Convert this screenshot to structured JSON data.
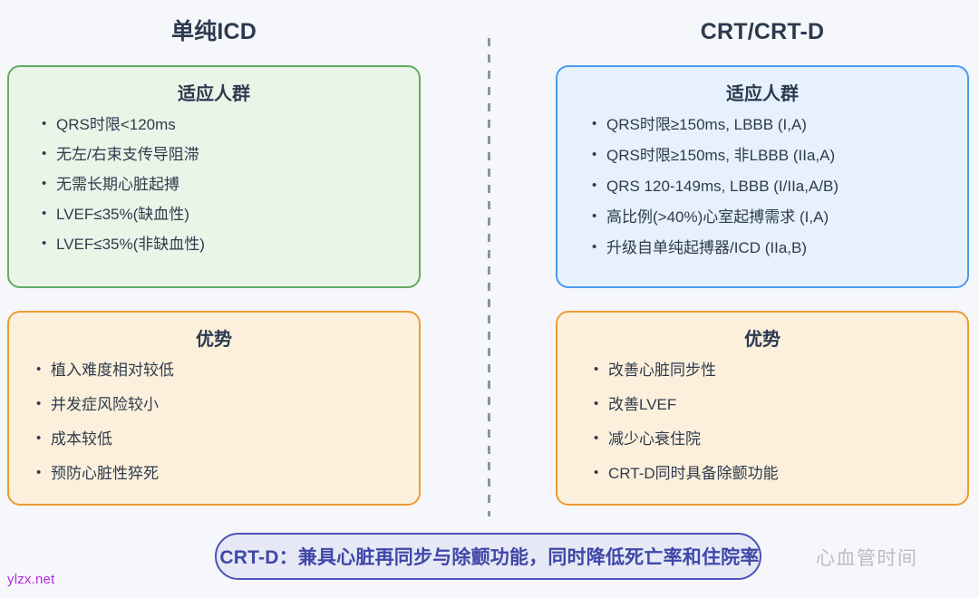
{
  "columns": {
    "left": {
      "title": "单纯ICD"
    },
    "right": {
      "title": "CRT/CRT-D"
    }
  },
  "panels": {
    "icd_indications": {
      "heading": "适应人群",
      "items": [
        "QRS时限<120ms",
        "无左/右束支传导阻滞",
        "无需长期心脏起搏",
        "LVEF≤35%(缺血性)",
        "LVEF≤35%(非缺血性)"
      ]
    },
    "crt_indications": {
      "heading": "适应人群",
      "items": [
        "QRS时限≥150ms, LBBB (I,A)",
        "QRS时限≥150ms, 非LBBB (IIa,A)",
        "QRS 120-149ms, LBBB (I/IIa,A/B)",
        "高比例(>40%)心室起搏需求 (I,A)",
        "升级自单纯起搏器/ICD (IIa,B)"
      ]
    },
    "icd_advantages": {
      "heading": "优势",
      "items": [
        "植入难度相对较低",
        "并发症风险较小",
        "成本较低",
        "预防心脏性猝死"
      ]
    },
    "crt_advantages": {
      "heading": "优势",
      "items": [
        "改善心脏同步性",
        "改善LVEF",
        "减少心衰住院",
        "CRT-D同时具备除颤功能"
      ]
    }
  },
  "summary": {
    "text": "CRT-D：兼具心脏再同步与除颤功能，同时降低死亡率和住院率"
  },
  "watermarks": {
    "brand": "心血管时间",
    "url": "ylzx.net"
  },
  "colors": {
    "page_background": "#f6f7fa",
    "title_text": "#2c3a4f",
    "body_text": "#2f3b4c",
    "green_border": "#63ab63",
    "green_fill": "#eaf5e8",
    "blue_border": "#4a9af0",
    "blue_fill": "#e6f1fd",
    "orange_border": "#ed9b33",
    "orange_fill": "#fcf0dd",
    "summary_border": "#4a52b8",
    "summary_fill": "#e6e8f5",
    "summary_text": "#3f47a8",
    "divider": "#8b93a3",
    "watermark_brand": "#b9bcc4",
    "watermark_url": "#b32ae0"
  }
}
